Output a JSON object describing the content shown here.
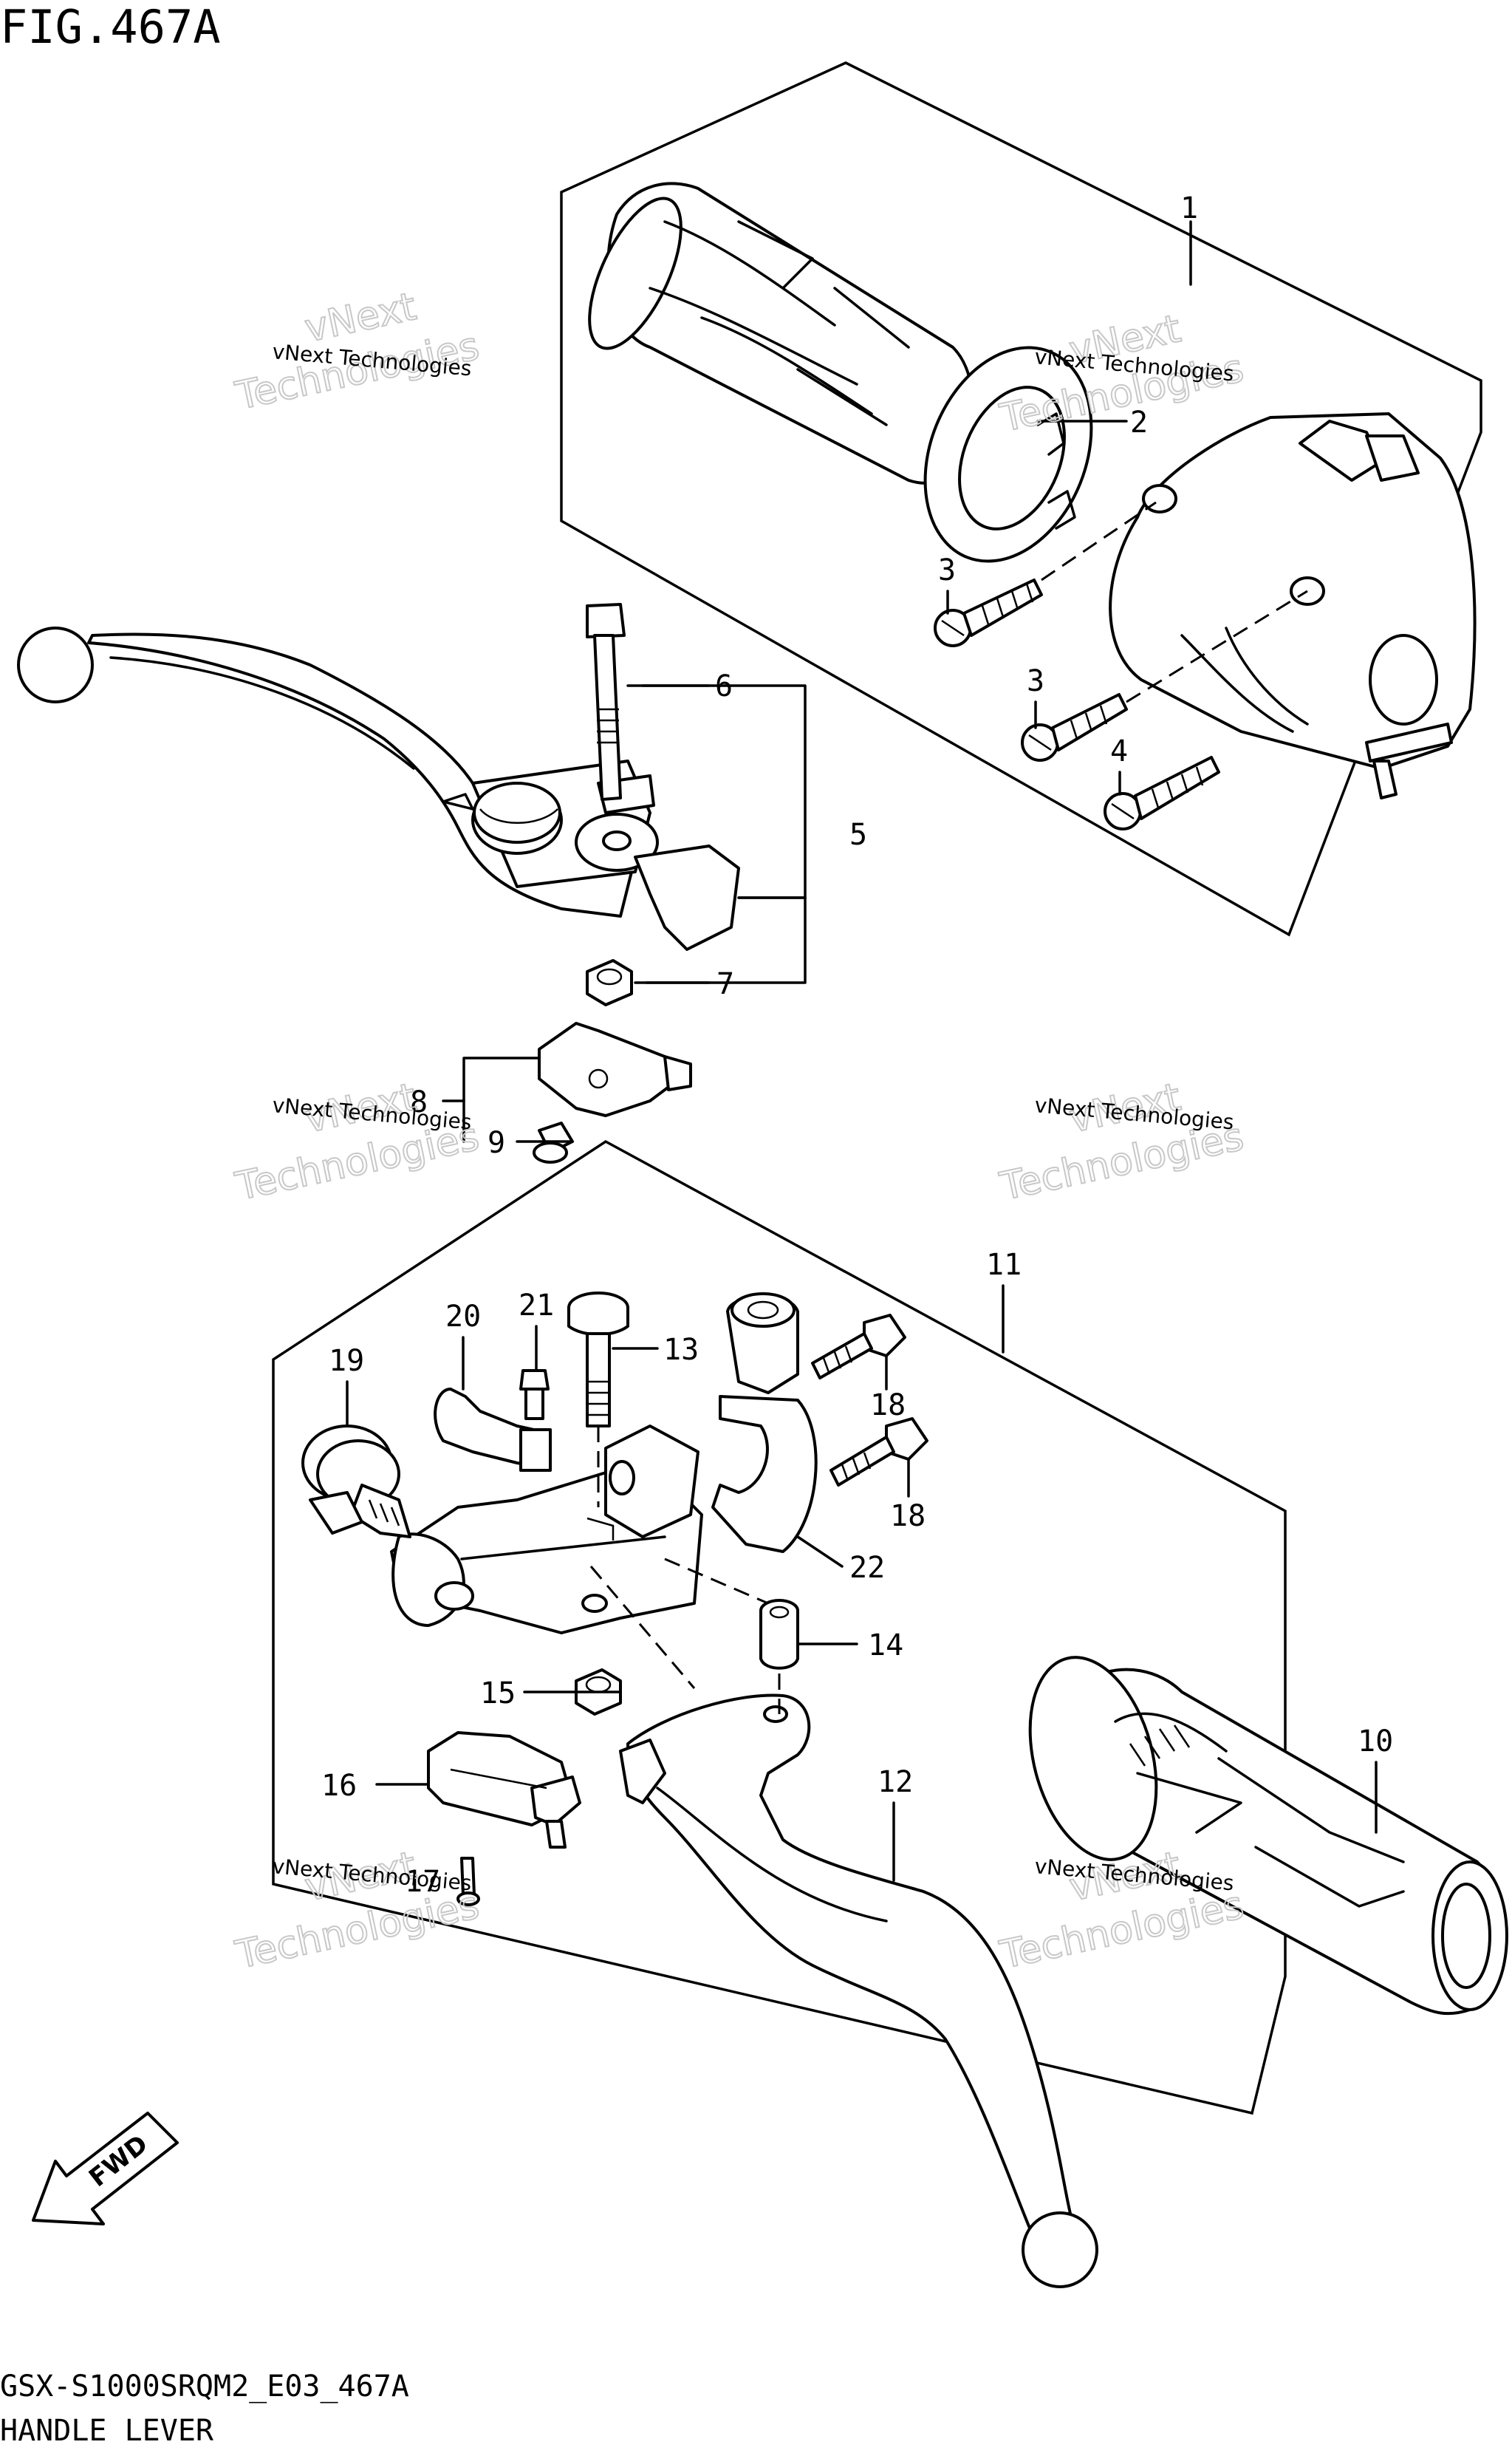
{
  "figure": {
    "title": "FIG.467A",
    "code": "GSX-S1000SRQM2_E03_467A",
    "caption": "HANDLE LEVER"
  },
  "watermark": {
    "line": "vNext Technologies",
    "big_top": "vNext",
    "big_bottom": "Technologies"
  },
  "fwd_label": "FWD",
  "callouts": [
    "1",
    "2",
    "3",
    "3",
    "4",
    "5",
    "6",
    "7",
    "8",
    "9",
    "10",
    "11",
    "12",
    "13",
    "14",
    "15",
    "16",
    "17",
    "18",
    "18",
    "19",
    "20",
    "21",
    "22"
  ]
}
